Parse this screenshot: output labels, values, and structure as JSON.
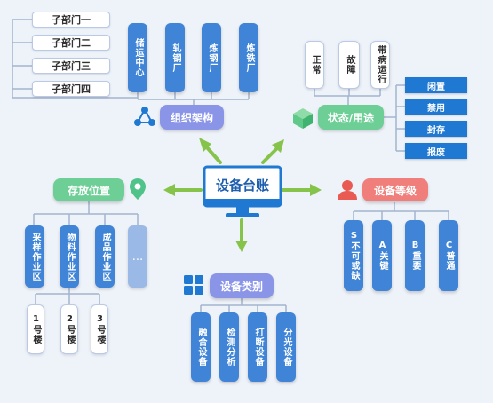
{
  "center": {
    "label": "设备台账"
  },
  "org": {
    "label": "组织架构",
    "icon": "org-chart-icon",
    "sub_departments": [
      "子部门一",
      "子部门二",
      "子部门三",
      "子部门四"
    ],
    "units": [
      "储运中心",
      "轧钢厂",
      "炼钢厂",
      "炼铁厂"
    ]
  },
  "status": {
    "label": "状态/用途",
    "icon": "cube-icon",
    "states": [
      "正常",
      "故障",
      "带病运行"
    ],
    "uses": [
      "闲置",
      "禁用",
      "封存",
      "报废"
    ]
  },
  "storage": {
    "label": "存放位置",
    "icon": "location-pin-icon",
    "areas": [
      "采样作业区",
      "物料作业区",
      "成品作业区",
      "..."
    ],
    "buildings": [
      "1号楼",
      "2号楼",
      "3号楼"
    ]
  },
  "level": {
    "label": "设备等级",
    "icon": "person-icon",
    "grades": [
      "S不可或缺",
      "A关键",
      "B重要",
      "C普通"
    ]
  },
  "category": {
    "label": "设备类别",
    "icon": "grid-icon",
    "types": [
      "融合设备",
      "检测分析",
      "打断设备",
      "分光设备"
    ]
  },
  "colors": {
    "line": "#a3b4cf",
    "arrow": "#86c34a",
    "blue": "#3f84d6",
    "purple": "#8a95e8",
    "green": "#6ecf96",
    "red": "#f07e7b"
  }
}
